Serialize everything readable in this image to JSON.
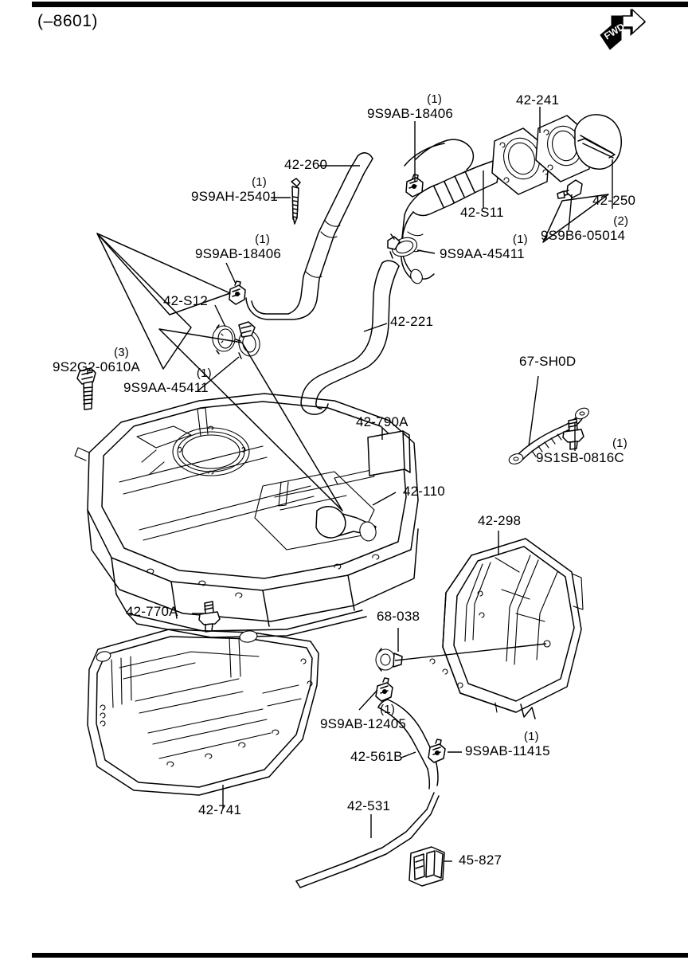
{
  "page": {
    "revision_note": "(–8601)",
    "orientation_marker": "FWD"
  },
  "parts": [
    {
      "id": "p1",
      "number": "42-260",
      "qty": "",
      "name": "fuel-filler-hose"
    },
    {
      "id": "p2",
      "number": "9S9AH-25401",
      "qty": "(1)",
      "name": "clamp-screw"
    },
    {
      "id": "p3",
      "number": "9S9AB-18406",
      "qty": "(1)",
      "name": "hose-clamp-upper"
    },
    {
      "id": "p4",
      "number": "9S9AB-18406",
      "qty": "(1)",
      "name": "hose-clamp-lower"
    },
    {
      "id": "p5",
      "number": "42-241",
      "qty": "",
      "name": "filler-neck-packing"
    },
    {
      "id": "p6",
      "number": "42-S11",
      "qty": "",
      "name": "filler-pipe"
    },
    {
      "id": "p7",
      "number": "42-250",
      "qty": "",
      "name": "fuel-filler-cap"
    },
    {
      "id": "p8",
      "number": "9S9B6-05014",
      "qty": "(2)",
      "name": "filler-neck-screw"
    },
    {
      "id": "p9",
      "number": "9S9AA-45411",
      "qty": "(1)",
      "name": "hose-clamp-breather-upper"
    },
    {
      "id": "p10",
      "number": "42-S12",
      "qty": "",
      "name": "breather-grommet"
    },
    {
      "id": "p11",
      "number": "42-221",
      "qty": "",
      "name": "breather-hose"
    },
    {
      "id": "p12",
      "number": "9S2G2-0610A",
      "qty": "(3)",
      "name": "tank-mounting-bolt"
    },
    {
      "id": "p13",
      "number": "9S9AA-45411",
      "qty": "(1)",
      "name": "hose-clamp-breather-lower"
    },
    {
      "id": "p14",
      "number": "42-790A",
      "qty": "",
      "name": "tank-pad"
    },
    {
      "id": "p15",
      "number": "42-110",
      "qty": "",
      "name": "fuel-tank"
    },
    {
      "id": "p16",
      "number": "67-SH0D",
      "qty": "",
      "name": "ground-strap"
    },
    {
      "id": "p17",
      "number": "9S1SB-0816C",
      "qty": "(1)",
      "name": "ground-strap-bolt"
    },
    {
      "id": "p18",
      "number": "42-298",
      "qty": "",
      "name": "heat-shield"
    },
    {
      "id": "p19",
      "number": "42-770A",
      "qty": "",
      "name": "protector-bolt"
    },
    {
      "id": "p20",
      "number": "68-038",
      "qty": "",
      "name": "grommet"
    },
    {
      "id": "p21",
      "number": "9S9AB-12405",
      "qty": "(1)",
      "name": "hose-clamp-evap-upper"
    },
    {
      "id": "p22",
      "number": "42-561B",
      "qty": "",
      "name": "evaporative-hose"
    },
    {
      "id": "p23",
      "number": "9S9AB-11415",
      "qty": "(1)",
      "name": "hose-clamp-evap-lower"
    },
    {
      "id": "p24",
      "number": "42-741",
      "qty": "",
      "name": "fuel-tank-protector"
    },
    {
      "id": "p25",
      "number": "42-531",
      "qty": "",
      "name": "fuel-pipe"
    },
    {
      "id": "p26",
      "number": "45-827",
      "qty": "",
      "name": "pipe-clip"
    }
  ]
}
